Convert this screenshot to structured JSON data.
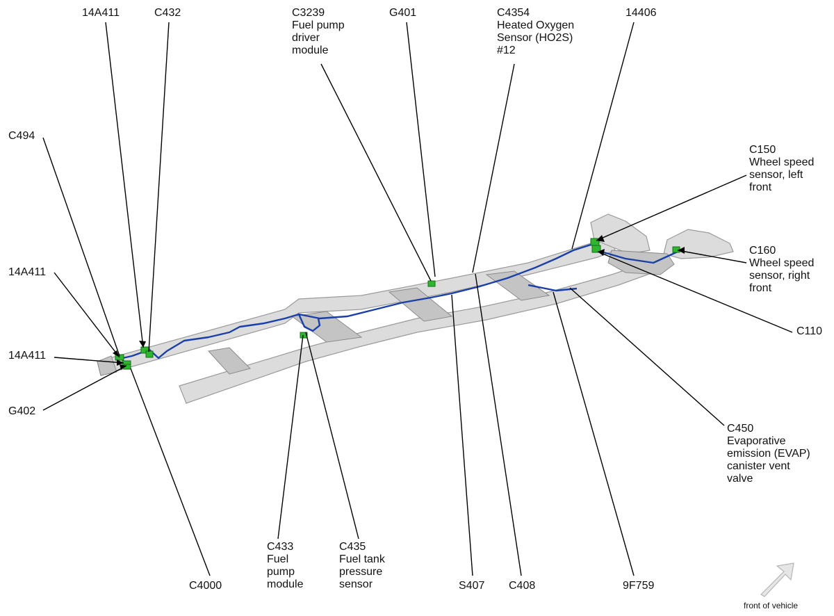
{
  "labels": {
    "l_14a411_top": "14A411",
    "l_c432": "C432",
    "l_c3239": "C3239\nFuel pump\ndriver\nmodule",
    "l_g401": "G401",
    "l_c4354": "C4354\nHeated Oxygen\nSensor (HO2S)\n#12",
    "l_14406": "14406",
    "l_c494": "C494",
    "l_c150": "C150\nWheel speed\nsensor, left\nfront",
    "l_c160": "C160\nWheel speed\nsensor, right\nfront",
    "l_14a411_mid": "14A411",
    "l_c110": "C110",
    "l_14a411_low": "14A411",
    "l_g402": "G402",
    "l_c450": "C450\nEvaporative\nemission (EVAP)\ncanister vent\nvalve",
    "l_c433": "C433\nFuel\npump\nmodule",
    "l_c435": "C435\nFuel tank\npressure\nsensor",
    "l_c4000": "C4000",
    "l_s407": "S407",
    "l_c408": "C408",
    "l_9f759": "9F759",
    "front_of_vehicle": "front of vehicle"
  },
  "colors": {
    "wire": "#1a3fa8",
    "connector": "#2fb52f",
    "frame": "#dcdcdc"
  },
  "icons": {
    "front_arrow": "arrow-up-right-icon"
  }
}
